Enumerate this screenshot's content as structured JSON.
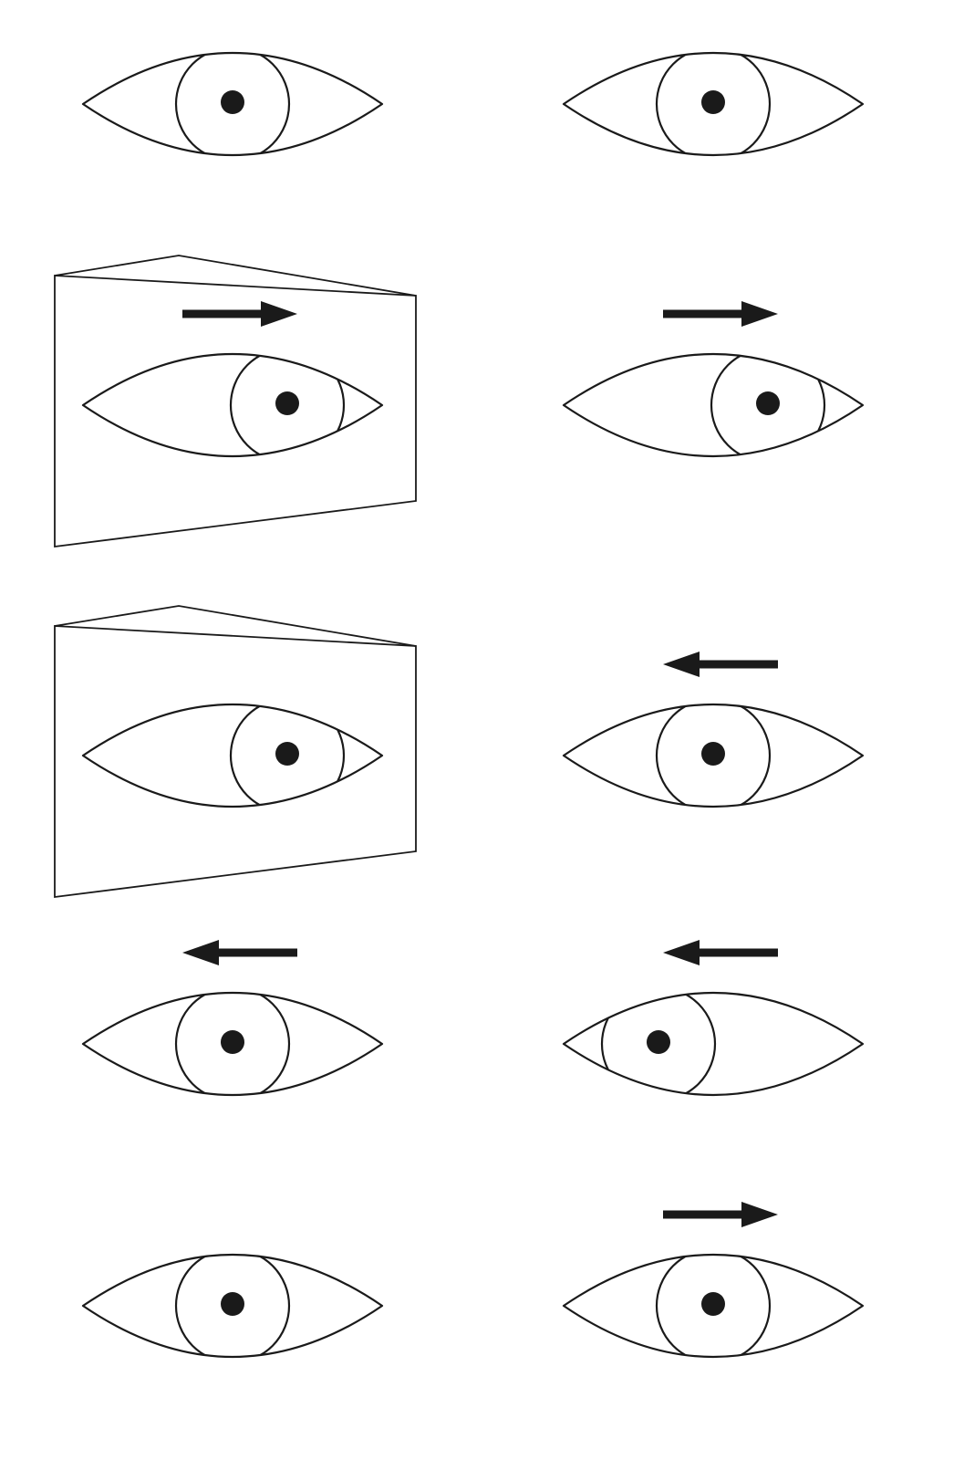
{
  "diagram": {
    "stroke_color": "#1a1a1a",
    "background": "#ffffff",
    "rows": [
      {
        "left": {
          "gaze": "center",
          "prism": false,
          "arrow": "none"
        },
        "right": {
          "gaze": "center",
          "prism": false,
          "arrow": "none"
        }
      },
      {
        "left": {
          "gaze": "right",
          "prism": true,
          "arrow": "right"
        },
        "right": {
          "gaze": "right",
          "prism": false,
          "arrow": "right"
        }
      },
      {
        "left": {
          "gaze": "right",
          "prism": true,
          "arrow": "none"
        },
        "right": {
          "gaze": "center",
          "prism": false,
          "arrow": "left"
        }
      },
      {
        "left": {
          "gaze": "center",
          "prism": false,
          "arrow": "left"
        },
        "right": {
          "gaze": "left",
          "prism": false,
          "arrow": "left"
        }
      },
      {
        "left": {
          "gaze": "center",
          "prism": false,
          "arrow": "none"
        },
        "right": {
          "gaze": "center",
          "prism": false,
          "arrow": "right"
        }
      }
    ]
  }
}
